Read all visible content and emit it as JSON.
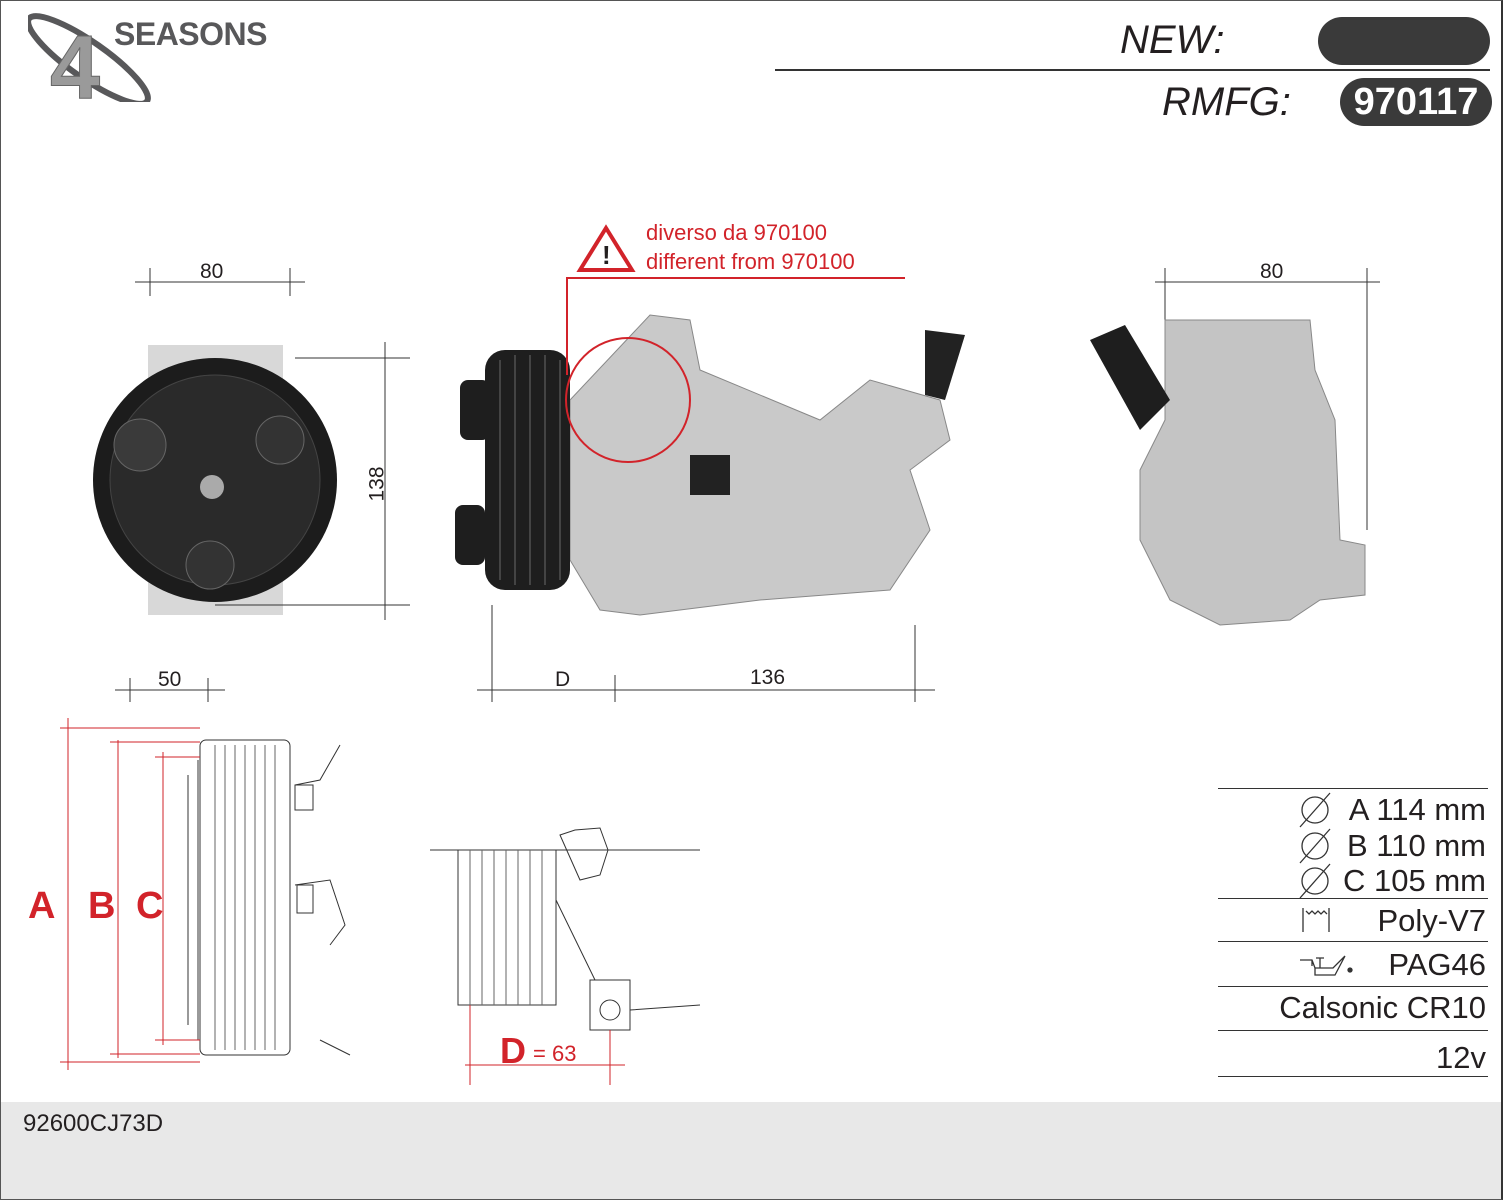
{
  "brand": {
    "logo_number": "4",
    "logo_text": "SEASONS"
  },
  "header": {
    "new_label": "NEW:",
    "new_value": "",
    "rmfg_label": "RMFG:",
    "rmfg_value": "970117"
  },
  "warning": {
    "line1": "diverso da 970100",
    "line2": "different from 970100"
  },
  "dimensions": {
    "front_width": "80",
    "front_height": "138",
    "side_d": "D",
    "side_length": "136",
    "rear_width": "80",
    "pulley_width": "50",
    "labels": {
      "a": "A",
      "b": "B",
      "c": "C"
    },
    "d_label": "D",
    "d_value": "= 63"
  },
  "specs": {
    "a": "A 114 mm",
    "b": "B 110 mm",
    "c": "C 105 mm",
    "belt": "Poly-V7",
    "oil": "PAG46",
    "compressor": "Calsonic CR10",
    "voltage": "12v"
  },
  "colors": {
    "accent_red": "#d2232a",
    "pill": "#3a3a3a",
    "footer": "#e8e8e8"
  },
  "footer": {
    "oe_number": "92600CJ73D"
  }
}
